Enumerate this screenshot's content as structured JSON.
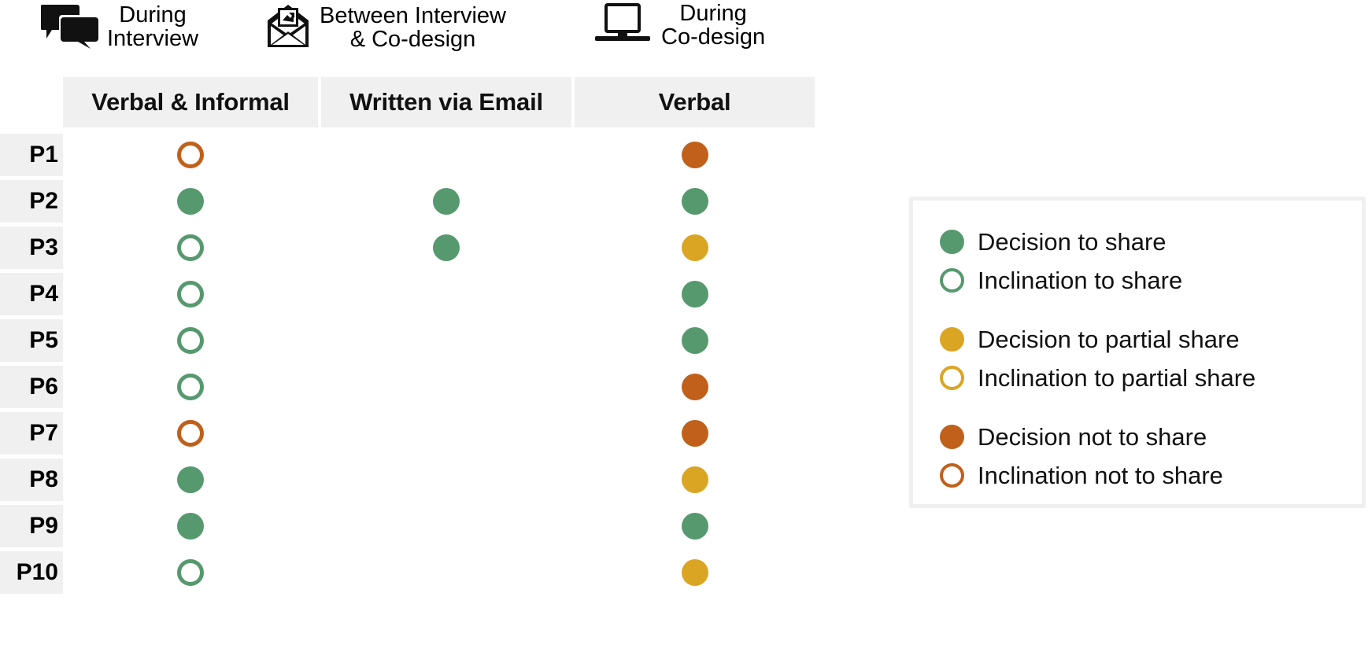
{
  "phases": [
    {
      "icon": "speech-bubbles-icon",
      "label": "During\nInterview"
    },
    {
      "icon": "open-envelope-icon",
      "label": "Between Interview\n& Co-design"
    },
    {
      "icon": "laptop-icon",
      "label": "During\nCo-design"
    }
  ],
  "columns": [
    "Verbal & Informal",
    "Written via Email",
    "Verbal"
  ],
  "rows": [
    "P1",
    "P2",
    "P3",
    "P4",
    "P5",
    "P6",
    "P7",
    "P8",
    "P9",
    "P10"
  ],
  "colors": {
    "green": "#56996E",
    "yellow": "#DBA524",
    "orange": "#C0601A",
    "header_fill": "#F0F0F0",
    "legend_border": "#EFEFEF",
    "background": "#FFFFFF"
  },
  "legend": {
    "groups": [
      [
        {
          "marker": "filled",
          "color": "#56996E",
          "label": "Decision to share"
        },
        {
          "marker": "hollow",
          "color": "#56996E",
          "label": "Inclination to share"
        }
      ],
      [
        {
          "marker": "filled",
          "color": "#DBA524",
          "label": "Decision to partial share"
        },
        {
          "marker": "hollow",
          "color": "#DBA524",
          "label": "Inclination to partial share"
        }
      ],
      [
        {
          "marker": "filled",
          "color": "#C0601A",
          "label": "Decision not to share"
        },
        {
          "marker": "hollow",
          "color": "#C0601A",
          "label": "Inclination not to share"
        }
      ]
    ]
  },
  "chart_data": {
    "type": "heatmap",
    "title": "",
    "xlabel": "",
    "ylabel": "",
    "categories": [
      "Verbal & Informal",
      "Written via Email",
      "Verbal"
    ],
    "phase_headers": [
      "During Interview",
      "Between Interview & Co-design",
      "During Co-design"
    ],
    "rows": [
      "P1",
      "P2",
      "P3",
      "P4",
      "P5",
      "P6",
      "P7",
      "P8",
      "P9",
      "P10"
    ],
    "marker_encoding": {
      "filled": "Decision",
      "hollow": "Inclination",
      "green": "share",
      "yellow": "partial share",
      "orange": "not to share"
    },
    "legend_position": "right",
    "grid": false,
    "cells": [
      {
        "row": "P1",
        "values": [
          {
            "column": "Verbal & Informal",
            "marker": "hollow",
            "color": "#C0601A",
            "meaning": "Inclination not to share"
          },
          {
            "column": "Written via Email",
            "marker": "none",
            "color": null,
            "meaning": ""
          },
          {
            "column": "Verbal",
            "marker": "filled",
            "color": "#C0601A",
            "meaning": "Decision not to share"
          }
        ]
      },
      {
        "row": "P2",
        "values": [
          {
            "column": "Verbal & Informal",
            "marker": "filled",
            "color": "#56996E",
            "meaning": "Decision to share"
          },
          {
            "column": "Written via Email",
            "marker": "filled",
            "color": "#56996E",
            "meaning": "Decision to share"
          },
          {
            "column": "Verbal",
            "marker": "filled",
            "color": "#56996E",
            "meaning": "Decision to share"
          }
        ]
      },
      {
        "row": "P3",
        "values": [
          {
            "column": "Verbal & Informal",
            "marker": "hollow",
            "color": "#56996E",
            "meaning": "Inclination to share"
          },
          {
            "column": "Written via Email",
            "marker": "filled",
            "color": "#56996E",
            "meaning": "Decision to share"
          },
          {
            "column": "Verbal",
            "marker": "filled",
            "color": "#DBA524",
            "meaning": "Decision to partial share"
          }
        ]
      },
      {
        "row": "P4",
        "values": [
          {
            "column": "Verbal & Informal",
            "marker": "hollow",
            "color": "#56996E",
            "meaning": "Inclination to share"
          },
          {
            "column": "Written via Email",
            "marker": "none",
            "color": null,
            "meaning": ""
          },
          {
            "column": "Verbal",
            "marker": "filled",
            "color": "#56996E",
            "meaning": "Decision to share"
          }
        ]
      },
      {
        "row": "P5",
        "values": [
          {
            "column": "Verbal & Informal",
            "marker": "hollow",
            "color": "#56996E",
            "meaning": "Inclination to share"
          },
          {
            "column": "Written via Email",
            "marker": "none",
            "color": null,
            "meaning": ""
          },
          {
            "column": "Verbal",
            "marker": "filled",
            "color": "#56996E",
            "meaning": "Decision to share"
          }
        ]
      },
      {
        "row": "P6",
        "values": [
          {
            "column": "Verbal & Informal",
            "marker": "hollow",
            "color": "#56996E",
            "meaning": "Inclination to share"
          },
          {
            "column": "Written via Email",
            "marker": "none",
            "color": null,
            "meaning": ""
          },
          {
            "column": "Verbal",
            "marker": "filled",
            "color": "#C0601A",
            "meaning": "Decision not to share"
          }
        ]
      },
      {
        "row": "P7",
        "values": [
          {
            "column": "Verbal & Informal",
            "marker": "hollow",
            "color": "#C0601A",
            "meaning": "Inclination not to share"
          },
          {
            "column": "Written via Email",
            "marker": "none",
            "color": null,
            "meaning": ""
          },
          {
            "column": "Verbal",
            "marker": "filled",
            "color": "#C0601A",
            "meaning": "Decision not to share"
          }
        ]
      },
      {
        "row": "P8",
        "values": [
          {
            "column": "Verbal & Informal",
            "marker": "filled",
            "color": "#56996E",
            "meaning": "Decision to share"
          },
          {
            "column": "Written via Email",
            "marker": "none",
            "color": null,
            "meaning": ""
          },
          {
            "column": "Verbal",
            "marker": "filled",
            "color": "#DBA524",
            "meaning": "Decision to partial share"
          }
        ]
      },
      {
        "row": "P9",
        "values": [
          {
            "column": "Verbal & Informal",
            "marker": "filled",
            "color": "#56996E",
            "meaning": "Decision to share"
          },
          {
            "column": "Written via Email",
            "marker": "none",
            "color": null,
            "meaning": ""
          },
          {
            "column": "Verbal",
            "marker": "filled",
            "color": "#56996E",
            "meaning": "Decision to share"
          }
        ]
      },
      {
        "row": "P10",
        "values": [
          {
            "column": "Verbal & Informal",
            "marker": "hollow",
            "color": "#56996E",
            "meaning": "Inclination to share"
          },
          {
            "column": "Written via Email",
            "marker": "none",
            "color": null,
            "meaning": ""
          },
          {
            "column": "Verbal",
            "marker": "filled",
            "color": "#DBA524",
            "meaning": "Decision to partial share"
          }
        ]
      }
    ]
  }
}
